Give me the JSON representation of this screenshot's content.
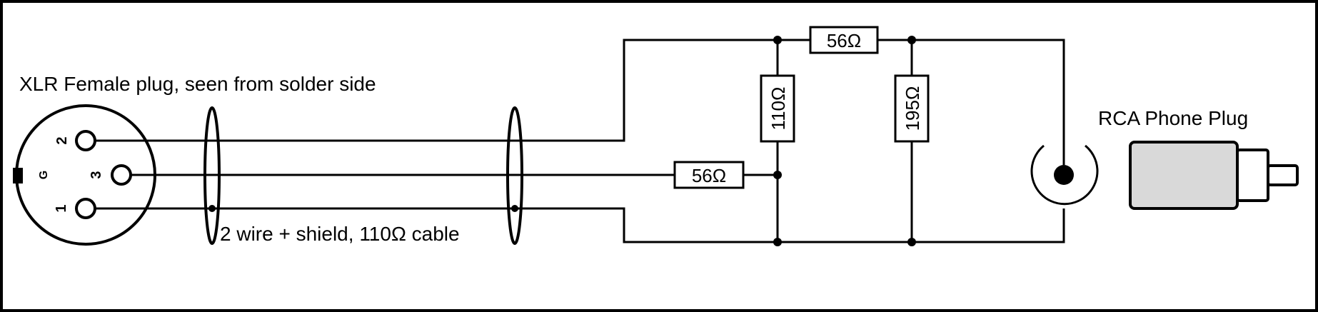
{
  "labels": {
    "xlr_title": "XLR Female plug, seen from solder side",
    "cable": "2 wire + shield, 110Ω cable",
    "rca_title": "RCA Phone Plug"
  },
  "xlr_pins": {
    "pin2": "2",
    "pin3": "3",
    "pin1": "1",
    "ground": "G"
  },
  "resistors": {
    "series_top": "56Ω",
    "series_mid": "56Ω",
    "shunt_left": "110Ω",
    "shunt_right": "195Ω"
  },
  "colors": {
    "line": "#000000",
    "plug_body": "#d9d9d9",
    "background": "#ffffff"
  }
}
